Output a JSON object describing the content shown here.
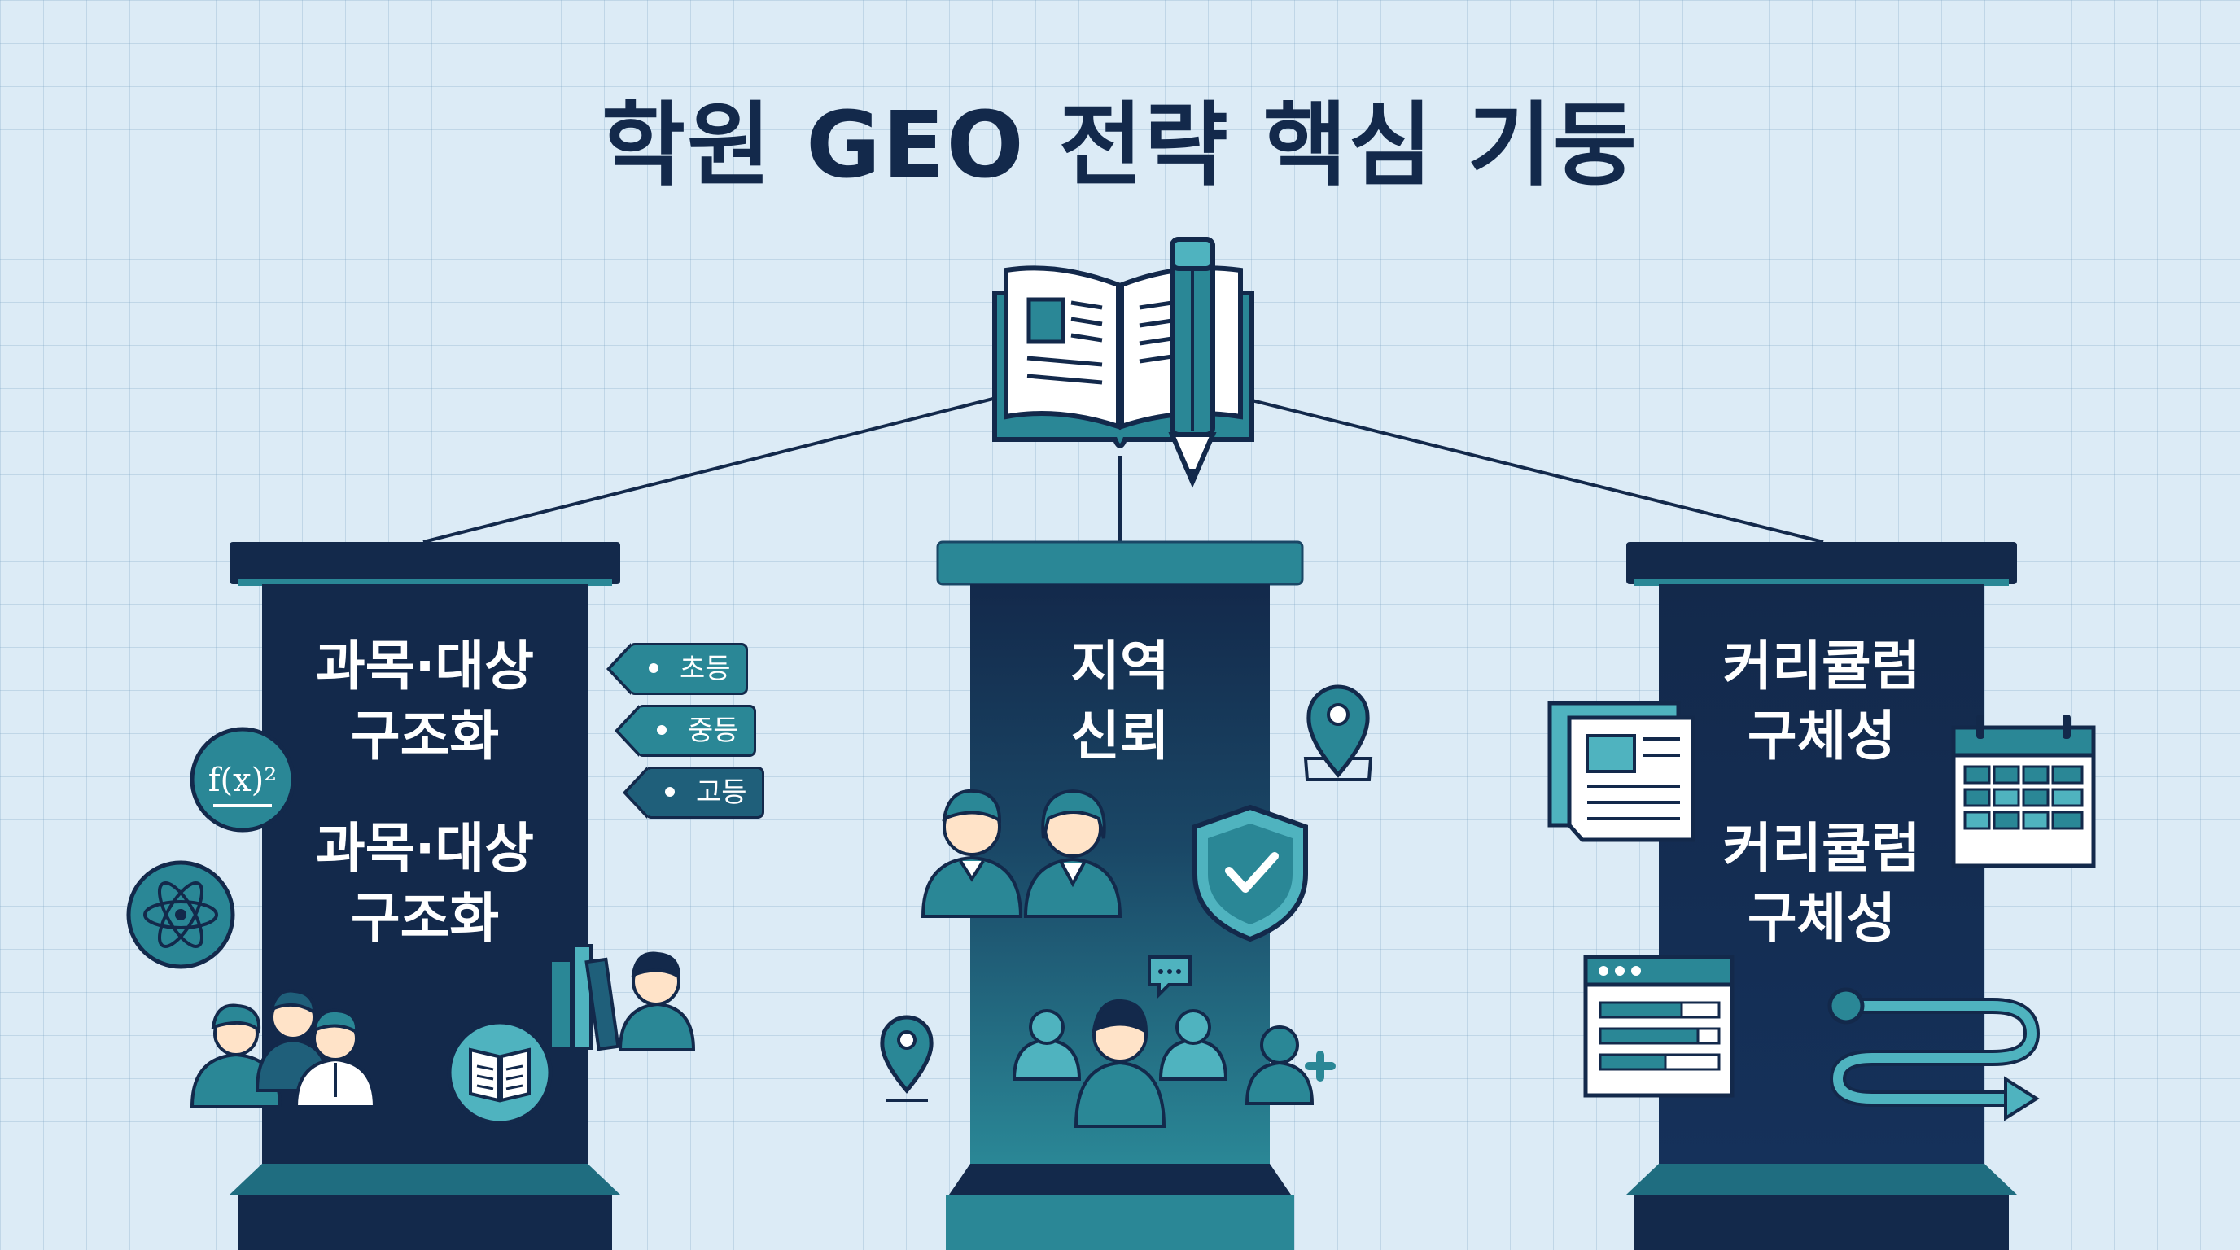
{
  "title": "학원 GEO 전략 핵심 기둥",
  "pillars": [
    {
      "label_1": "과목·대상\n구조화",
      "label_2": "과목·대상\n구조화"
    },
    {
      "label_1": "지역\n신뢰"
    },
    {
      "label_1": "커리큘럼\n구체성",
      "label_2": "커리큘럼\n구체성"
    }
  ],
  "level_tags": [
    "초등",
    "중등",
    "고등"
  ],
  "formula_icon_text": "f(x)²",
  "colors": {
    "background": "#dcebf6",
    "navy": "#13294b",
    "teal": "#2a8796",
    "teal_light": "#4fb3bf",
    "white": "#ffffff"
  }
}
